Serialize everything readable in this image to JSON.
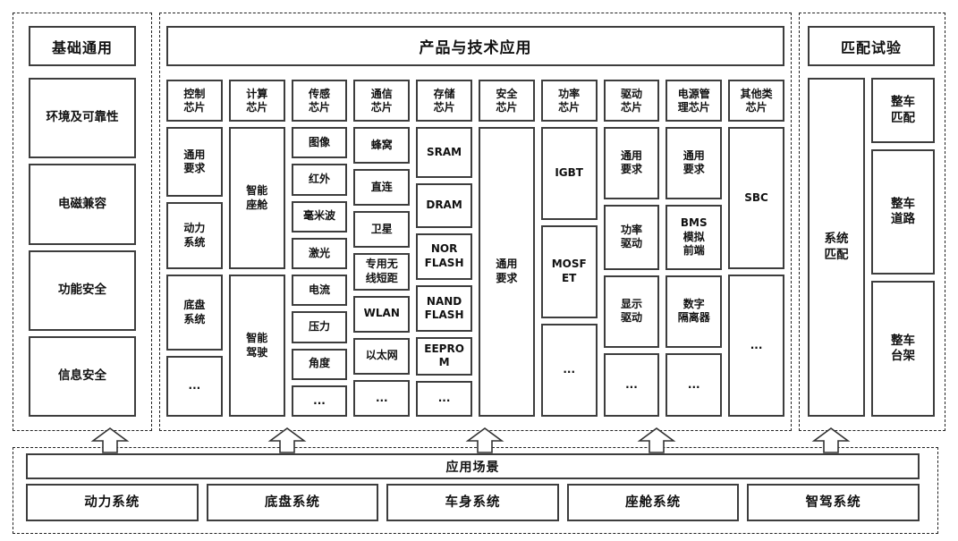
{
  "colors": {
    "border_solid": "#3d3d3d",
    "border_dashed": "#222222",
    "text": "#111111",
    "background": "#ffffff"
  },
  "base": {
    "title": "基础通用",
    "items": [
      "环境及可靠性",
      "电磁兼容",
      "功能安全",
      "信息安全"
    ]
  },
  "products": {
    "title": "产品与技术应用",
    "columns": [
      {
        "header": "控制\n芯片",
        "items": [
          "通用\n要求",
          "动力\n系统",
          "底盘\n系统",
          "..."
        ]
      },
      {
        "header": "计算\n芯片",
        "items": [
          "智能\n座舱",
          "智能\n驾驶"
        ]
      },
      {
        "header": "传感\n芯片",
        "items": [
          "图像",
          "红外",
          "毫米波",
          "激光",
          "电流",
          "压力",
          "角度",
          "..."
        ]
      },
      {
        "header": "通信\n芯片",
        "items": [
          "蜂窝",
          "直连",
          "卫星",
          "专用无\n线短距",
          "WLAN",
          "以太网",
          "..."
        ]
      },
      {
        "header": "存储\n芯片",
        "items": [
          "SRAM",
          "DRAM",
          "NOR\nFLASH",
          "NAND\nFLASH",
          "EEPROM",
          "..."
        ]
      },
      {
        "header": "安全\n芯片",
        "items": [
          "通用\n要求"
        ]
      },
      {
        "header": "功率\n芯片",
        "items": [
          "IGBT",
          "MOSF\nET",
          "..."
        ]
      },
      {
        "header": "驱动\n芯片",
        "items": [
          "通用\n要求",
          "功率\n驱动",
          "显示\n驱动",
          "..."
        ]
      },
      {
        "header": "电源管\n理芯片",
        "items": [
          "通用\n要求",
          "BMS\n模拟\n前端",
          "数字\n隔离器",
          "..."
        ]
      },
      {
        "header": "其他类\n芯片",
        "items": [
          "SBC",
          "..."
        ]
      }
    ]
  },
  "matching": {
    "title": "匹配试验",
    "left_item": "系统\n匹配",
    "right_items": [
      "整车\n匹配",
      "整车\n道路",
      "整车\n台架"
    ]
  },
  "scenarios": {
    "bar": "应用场景",
    "items": [
      "动力系统",
      "底盘系统",
      "车身系统",
      "座舱系统",
      "智驾系统"
    ]
  },
  "icons": {
    "arrow": "up-block-arrow",
    "arrow_count": 5
  }
}
